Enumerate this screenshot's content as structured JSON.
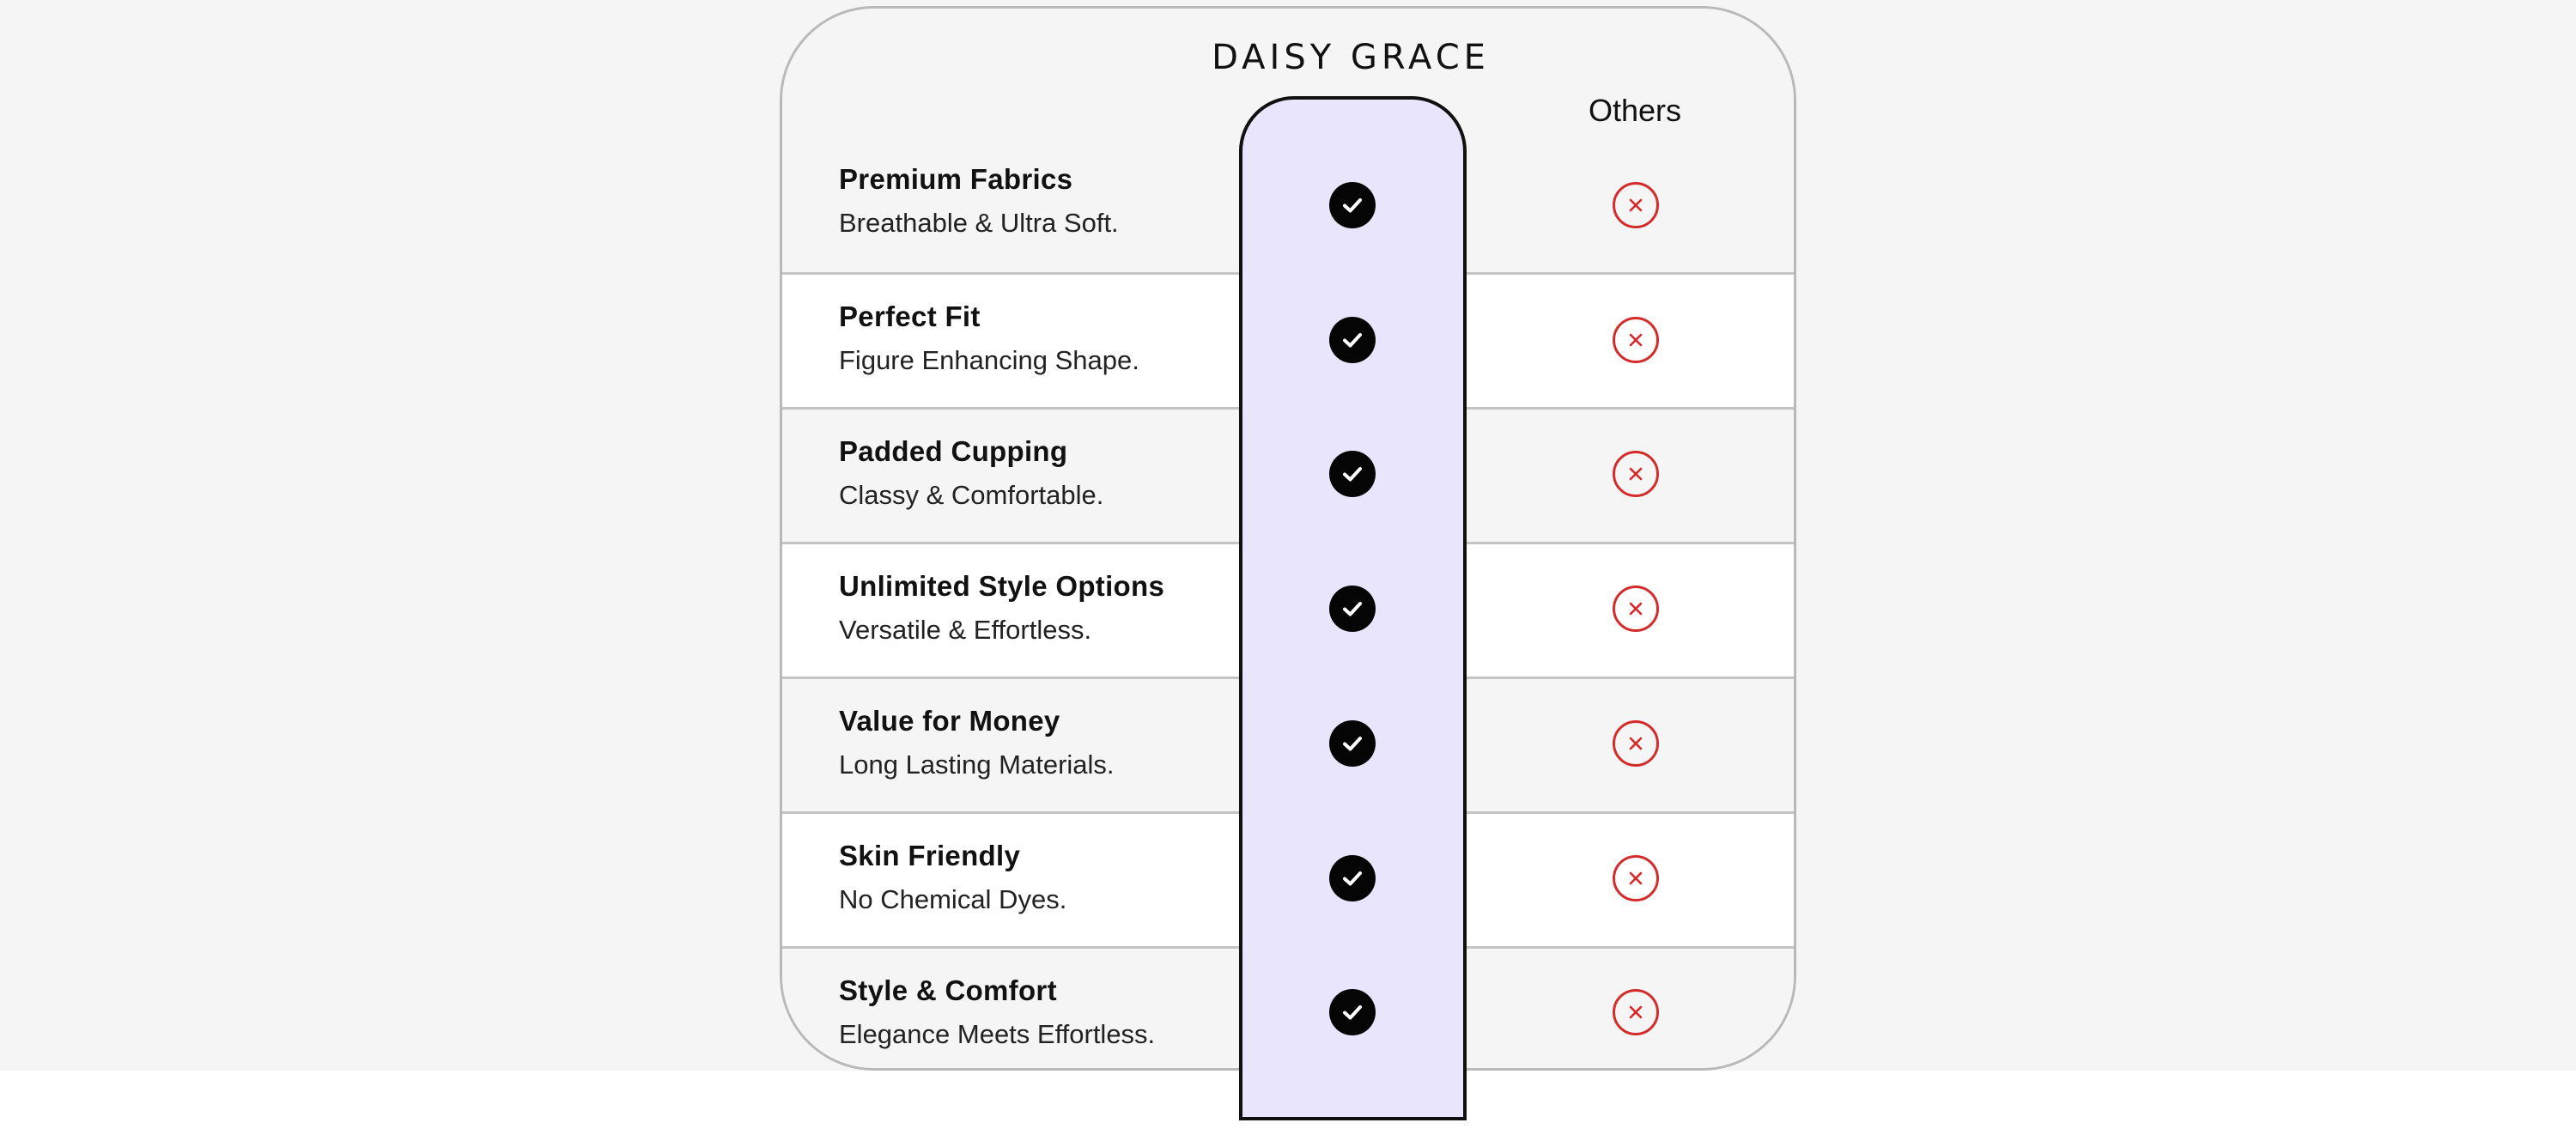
{
  "brand_title": "DAISY GRACE",
  "others_title": "Others",
  "colors": {
    "highlight_column": "#e8e5fd",
    "check_badge": "#050505",
    "cross_icon": "#d42b2b"
  },
  "rows": [
    {
      "title": "Premium Fabrics",
      "description": "Breathable & Ultra Soft.",
      "brand_icon": "check-icon",
      "others_icon": "cross-icon"
    },
    {
      "title": "Perfect Fit",
      "description": "Figure Enhancing Shape.",
      "brand_icon": "check-icon",
      "others_icon": "cross-icon"
    },
    {
      "title": "Padded Cupping",
      "description": "Classy & Comfortable.",
      "brand_icon": "check-icon",
      "others_icon": "cross-icon"
    },
    {
      "title": "Unlimited Style Options",
      "description": "Versatile & Effortless.",
      "brand_icon": "check-icon",
      "others_icon": "cross-icon"
    },
    {
      "title": "Value for Money",
      "description": "Long Lasting Materials.",
      "brand_icon": "check-icon",
      "others_icon": "cross-icon"
    },
    {
      "title": "Skin Friendly",
      "description": "No Chemical Dyes.",
      "brand_icon": "check-icon",
      "others_icon": "cross-icon"
    },
    {
      "title": "Style & Comfort",
      "description": "Elegance Meets Effortless.",
      "brand_icon": "check-icon",
      "others_icon": "cross-icon"
    }
  ]
}
